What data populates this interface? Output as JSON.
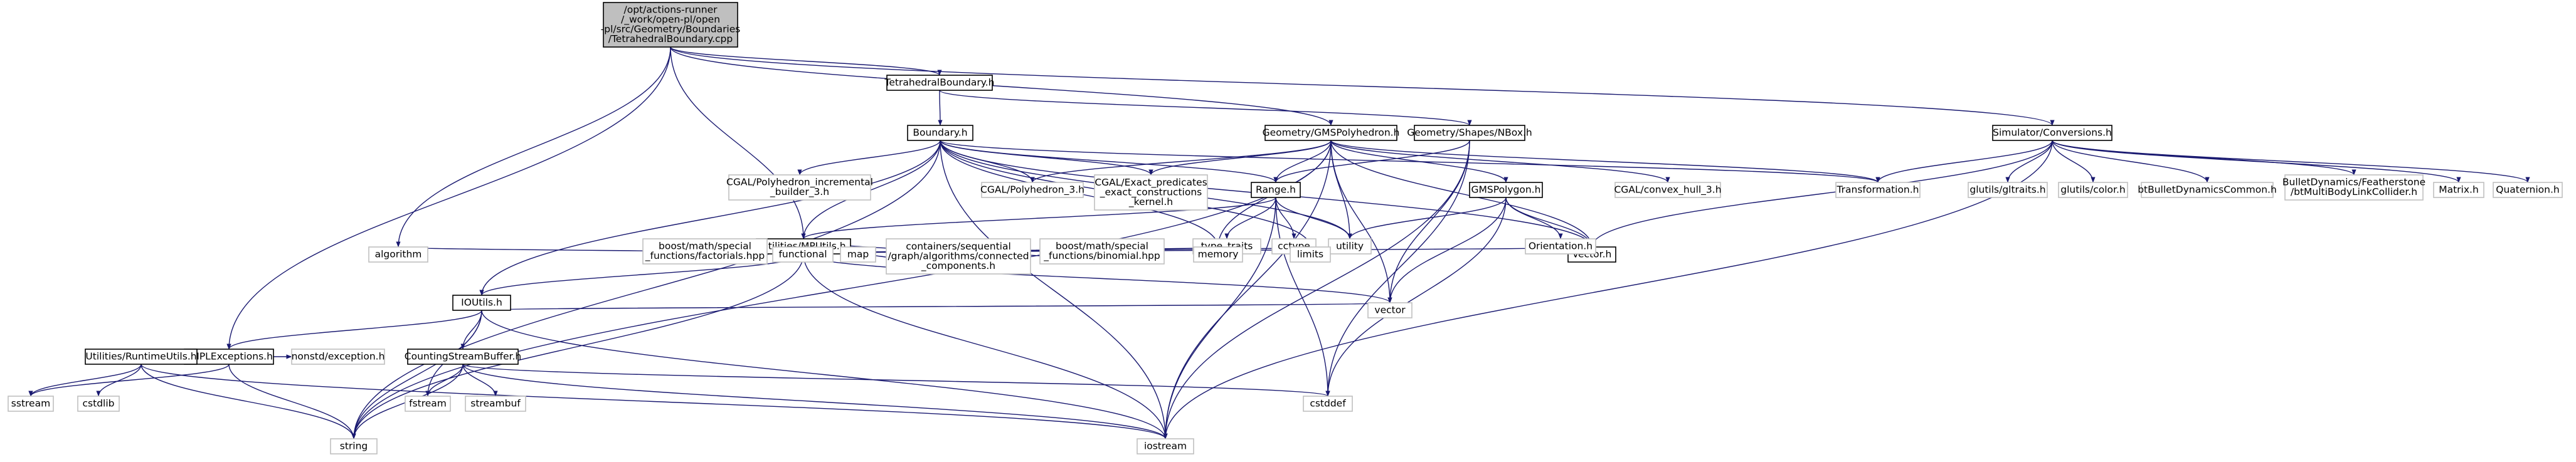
{
  "graph_title": "",
  "colors": {
    "edge": "#191970",
    "root_fill": "#bfbfbf",
    "root_border": "#000000",
    "documented_border": "#000000",
    "external_border": "#bfbfbf",
    "node_fill": "#ffffff"
  },
  "nodes": [
    {
      "id": "root",
      "kind": "root",
      "lines": [
        "/opt/actions-runner",
        "/_work/open-pl/open",
        "-pl/src/Geometry/Boundaries",
        "/TetrahedralBoundary.cpp"
      ]
    },
    {
      "id": "tetra",
      "kind": "documented",
      "lines": [
        "TetrahedralBoundary.h"
      ]
    },
    {
      "id": "boundary",
      "kind": "documented",
      "lines": [
        "Boundary.h"
      ]
    },
    {
      "id": "gmspoly",
      "kind": "documented",
      "lines": [
        "Geometry/GMSPolyhedron.h"
      ]
    },
    {
      "id": "nbox",
      "kind": "documented",
      "lines": [
        "Geometry/Shapes/NBox.h"
      ]
    },
    {
      "id": "conversions",
      "kind": "documented",
      "lines": [
        "Simulator/Conversions.h"
      ]
    },
    {
      "id": "range",
      "kind": "documented",
      "lines": [
        "Range.h"
      ]
    },
    {
      "id": "gmspolygon",
      "kind": "documented",
      "lines": [
        "GMSPolygon.h"
      ]
    },
    {
      "id": "mputils",
      "kind": "documented",
      "lines": [
        "Utilities/MPUtils.h"
      ]
    },
    {
      "id": "ioutils",
      "kind": "documented",
      "lines": [
        "IOUtils.h"
      ]
    },
    {
      "id": "pmplexc",
      "kind": "documented",
      "lines": [
        "PMPLExceptions.h"
      ]
    },
    {
      "id": "countbuf",
      "kind": "documented",
      "lines": [
        "CountingStreamBuffer.h"
      ]
    },
    {
      "id": "runtime",
      "kind": "documented",
      "lines": [
        "Utilities/RuntimeUtils.h"
      ]
    },
    {
      "id": "vectorh",
      "kind": "documented",
      "lines": [
        "Vector.h"
      ]
    },
    {
      "id": "polybuilder",
      "kind": "external",
      "lines": [
        "CGAL/Polyhedron_incremental",
        "_builder_3.h"
      ]
    },
    {
      "id": "cgalpoly",
      "kind": "external",
      "lines": [
        "CGAL/Polyhedron_3.h"
      ]
    },
    {
      "id": "cgalexact",
      "kind": "external",
      "lines": [
        "CGAL/Exact_predicates",
        "_exact_constructions",
        "_kernel.h"
      ]
    },
    {
      "id": "convexhull",
      "kind": "external",
      "lines": [
        "CGAL/convex_hull_3.h"
      ]
    },
    {
      "id": "transformation",
      "kind": "external",
      "lines": [
        "Transformation.h"
      ]
    },
    {
      "id": "gltraits",
      "kind": "external",
      "lines": [
        "glutils/gltraits.h"
      ]
    },
    {
      "id": "glcolor",
      "kind": "external",
      "lines": [
        "glutils/color.h"
      ]
    },
    {
      "id": "btcommon",
      "kind": "external",
      "lines": [
        "btBulletDynamicsCommon.h"
      ]
    },
    {
      "id": "featherstone",
      "kind": "external",
      "lines": [
        "BulletDynamics/Featherstone",
        "/btMultiBodyLinkCollider.h"
      ]
    },
    {
      "id": "matrix",
      "kind": "external",
      "lines": [
        "Matrix.h"
      ]
    },
    {
      "id": "quaternion",
      "kind": "external",
      "lines": [
        "Quaternion.h"
      ]
    },
    {
      "id": "typetraits",
      "kind": "external",
      "lines": [
        "type_traits"
      ]
    },
    {
      "id": "cctype",
      "kind": "external",
      "lines": [
        "cctype"
      ]
    },
    {
      "id": "utility",
      "kind": "external",
      "lines": [
        "utility"
      ]
    },
    {
      "id": "orientation",
      "kind": "external",
      "lines": [
        "Orientation.h"
      ]
    },
    {
      "id": "algorithm",
      "kind": "external",
      "lines": [
        "algorithm"
      ]
    },
    {
      "id": "factorials",
      "kind": "external",
      "lines": [
        "boost/math/special",
        "_functions/factorials.hpp"
      ]
    },
    {
      "id": "functional",
      "kind": "external",
      "lines": [
        "functional"
      ]
    },
    {
      "id": "map",
      "kind": "external",
      "lines": [
        "map"
      ]
    },
    {
      "id": "connected",
      "kind": "external",
      "lines": [
        "containers/sequential",
        "/graph/algorithms/connected",
        "_components.h"
      ]
    },
    {
      "id": "binomial",
      "kind": "external",
      "lines": [
        "boost/math/special",
        "_functions/binomial.hpp"
      ]
    },
    {
      "id": "memory",
      "kind": "external",
      "lines": [
        "memory"
      ]
    },
    {
      "id": "limits",
      "kind": "external",
      "lines": [
        "limits"
      ]
    },
    {
      "id": "vector",
      "kind": "external",
      "lines": [
        "vector"
      ]
    },
    {
      "id": "nonstd",
      "kind": "external",
      "lines": [
        "nonstd/exception.h"
      ]
    },
    {
      "id": "fstream",
      "kind": "external",
      "lines": [
        "fstream"
      ]
    },
    {
      "id": "streambuf",
      "kind": "external",
      "lines": [
        "streambuf"
      ]
    },
    {
      "id": "cstddef",
      "kind": "external",
      "lines": [
        "cstddef"
      ]
    },
    {
      "id": "sstream",
      "kind": "external",
      "lines": [
        "sstream"
      ]
    },
    {
      "id": "cstdlib",
      "kind": "external",
      "lines": [
        "cstdlib"
      ]
    },
    {
      "id": "string",
      "kind": "external",
      "lines": [
        "string"
      ]
    },
    {
      "id": "iostream",
      "kind": "external",
      "lines": [
        "iostream"
      ]
    }
  ],
  "edges": [
    [
      "root",
      "tetra"
    ],
    [
      "root",
      "gmspoly"
    ],
    [
      "root",
      "conversions"
    ],
    [
      "root",
      "mputils"
    ],
    [
      "root",
      "pmplexc"
    ],
    [
      "root",
      "algorithm"
    ],
    [
      "tetra",
      "boundary"
    ],
    [
      "tetra",
      "nbox"
    ],
    [
      "boundary",
      "polybuilder"
    ],
    [
      "boundary",
      "cgalpoly"
    ],
    [
      "boundary",
      "cgalexact"
    ],
    [
      "boundary",
      "range"
    ],
    [
      "boundary",
      "ioutils"
    ],
    [
      "boundary",
      "string"
    ],
    [
      "boundary",
      "iostream"
    ],
    [
      "boundary",
      "utility"
    ],
    [
      "boundary",
      "memory"
    ],
    [
      "boundary",
      "vectorh"
    ],
    [
      "boundary",
      "transformation"
    ],
    [
      "boundary",
      "mputils"
    ],
    [
      "boundary",
      "limits"
    ],
    [
      "gmspoly",
      "cgalpoly"
    ],
    [
      "gmspoly",
      "cgalexact"
    ],
    [
      "gmspoly",
      "convexhull"
    ],
    [
      "gmspoly",
      "gmspolygon"
    ],
    [
      "gmspoly",
      "vectorh"
    ],
    [
      "gmspoly",
      "utility"
    ],
    [
      "gmspoly",
      "vector"
    ],
    [
      "gmspoly",
      "memory"
    ],
    [
      "gmspoly",
      "iostream"
    ],
    [
      "gmspoly",
      "transformation"
    ],
    [
      "gmspoly",
      "string"
    ],
    [
      "gmspoly",
      "range"
    ],
    [
      "nbox",
      "range"
    ],
    [
      "nbox",
      "vector"
    ],
    [
      "nbox",
      "iostream"
    ],
    [
      "nbox",
      "cstddef"
    ],
    [
      "conversions",
      "transformation"
    ],
    [
      "conversions",
      "gltraits"
    ],
    [
      "conversions",
      "glcolor"
    ],
    [
      "conversions",
      "btcommon"
    ],
    [
      "conversions",
      "featherstone"
    ],
    [
      "conversions",
      "matrix"
    ],
    [
      "conversions",
      "quaternion"
    ],
    [
      "conversions",
      "vectorh"
    ],
    [
      "conversions",
      "iostream"
    ],
    [
      "range",
      "typetraits"
    ],
    [
      "range",
      "cctype"
    ],
    [
      "range",
      "utility"
    ],
    [
      "range",
      "iostream"
    ],
    [
      "range",
      "mputils"
    ],
    [
      "range",
      "cstddef"
    ],
    [
      "gmspolygon",
      "utility"
    ],
    [
      "gmspolygon",
      "orientation"
    ],
    [
      "gmspolygon",
      "vectorh"
    ],
    [
      "gmspolygon",
      "vector"
    ],
    [
      "gmspolygon",
      "cstddef"
    ],
    [
      "mputils",
      "algorithm"
    ],
    [
      "mputils",
      "ioutils"
    ],
    [
      "mputils",
      "factorials"
    ],
    [
      "mputils",
      "functional"
    ],
    [
      "mputils",
      "map"
    ],
    [
      "mputils",
      "connected"
    ],
    [
      "mputils",
      "binomial"
    ],
    [
      "mputils",
      "memory"
    ],
    [
      "mputils",
      "limits"
    ],
    [
      "mputils",
      "vectorh"
    ],
    [
      "mputils",
      "vector"
    ],
    [
      "mputils",
      "string"
    ],
    [
      "mputils",
      "iostream"
    ],
    [
      "ioutils",
      "pmplexc"
    ],
    [
      "ioutils",
      "countbuf"
    ],
    [
      "ioutils",
      "fstream"
    ],
    [
      "ioutils",
      "string"
    ],
    [
      "ioutils",
      "iostream"
    ],
    [
      "ioutils",
      "vector"
    ],
    [
      "countbuf",
      "streambuf"
    ],
    [
      "countbuf",
      "fstream"
    ],
    [
      "countbuf",
      "string"
    ],
    [
      "countbuf",
      "iostream"
    ],
    [
      "countbuf",
      "cstddef"
    ],
    [
      "pmplexc",
      "runtime"
    ],
    [
      "pmplexc",
      "nonstd"
    ],
    [
      "pmplexc",
      "string"
    ],
    [
      "pmplexc",
      "sstream"
    ],
    [
      "runtime",
      "sstream"
    ],
    [
      "runtime",
      "cstdlib"
    ],
    [
      "runtime",
      "string"
    ],
    [
      "runtime",
      "iostream"
    ]
  ]
}
